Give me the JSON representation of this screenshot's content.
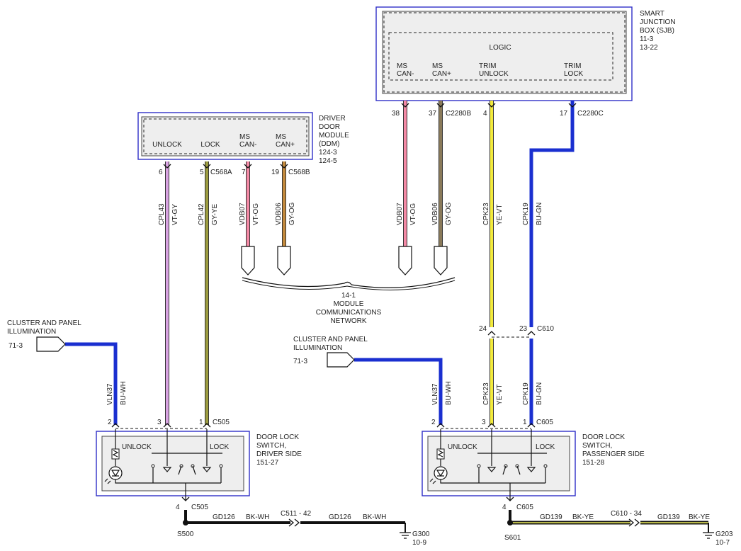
{
  "sjb": {
    "title": [
      "SMART",
      "JUNCTION",
      "BOX (SJB)",
      "11-3",
      "13-22"
    ],
    "logic": "LOGIC",
    "pins": [
      {
        "l1": "MS",
        "l2": "CAN-",
        "num": "38"
      },
      {
        "l1": "MS",
        "l2": "CAN+",
        "num": "37",
        "conn": "C2280B"
      },
      {
        "l1": "TRIM",
        "l2": "UNLOCK",
        "num": "4"
      },
      {
        "l1": "TRIM",
        "l2": "LOCK",
        "num": "17",
        "conn": "C2280C"
      }
    ]
  },
  "ddm": {
    "title": [
      "DRIVER",
      "DOOR",
      "MODULE",
      "(DDM)",
      "124-3",
      "124-5"
    ],
    "pins": [
      {
        "l1": "",
        "l2": "UNLOCK",
        "num": "6"
      },
      {
        "l1": "",
        "l2": "LOCK",
        "num": "5",
        "conn": "C568A"
      },
      {
        "l1": "MS",
        "l2": "CAN-",
        "num": "7"
      },
      {
        "l1": "MS",
        "l2": "CAN+",
        "num": "19",
        "conn": "C568B"
      }
    ]
  },
  "wires": {
    "cpl43": {
      "circuit": "CPL43",
      "color_code": "VT-GY"
    },
    "cpl42": {
      "circuit": "CPL42",
      "color_code": "GY-YE"
    },
    "vdb07": {
      "circuit": "VDB07",
      "color_code": "VT-OG"
    },
    "vdb06": {
      "circuit": "VDB06",
      "color_code": "GY-OG"
    },
    "cpk23": {
      "circuit": "CPK23",
      "color_code": "YE-VT"
    },
    "cpk19": {
      "circuit": "CPK19",
      "color_code": "BU-GN"
    },
    "vln37": {
      "circuit": "VLN37",
      "color_code": "BU-WH"
    }
  },
  "network": {
    "lines": [
      "14-1",
      "MODULE",
      "COMMUNICATIONS",
      "NETWORK"
    ]
  },
  "illumination": {
    "label_l1": "CLUSTER AND PANEL",
    "label_l2": "ILLUMINATION",
    "ref": "71-3"
  },
  "inline_connector": {
    "pin_a": "24",
    "pin_b": "23",
    "name": "C610"
  },
  "driver_switch": {
    "title": [
      "DOOR LOCK",
      "SWITCH,",
      "DRIVER SIDE",
      "151-27"
    ],
    "unlock": "UNLOCK",
    "lock": "LOCK",
    "pins": [
      "2",
      "3",
      "1"
    ],
    "conn": "C505",
    "ground_pin": "4",
    "ground_conn": "C505"
  },
  "pass_switch": {
    "title": [
      "DOOR LOCK",
      "SWITCH,",
      "PASSENGER SIDE",
      "151-28"
    ],
    "unlock": "UNLOCK",
    "lock": "LOCK",
    "pins": [
      "2",
      "3",
      "1"
    ],
    "conn": "C605",
    "ground_pin": "4",
    "ground_conn": "C605"
  },
  "ground_left": {
    "splice": "S500",
    "seg1_circuit": "GD126",
    "seg1_color": "BK-WH",
    "inline": "C511 - 42",
    "seg2_circuit": "GD126",
    "seg2_color": "BK-WH",
    "ground": "G300",
    "ref": "10-9"
  },
  "ground_right": {
    "splice": "S601",
    "seg1_circuit": "GD139",
    "seg1_color": "BK-YE",
    "inline": "C610 - 34",
    "seg2_circuit": "GD139",
    "seg2_color": "BK-YE",
    "ground": "G203",
    "ref": "10-7"
  },
  "colors": {
    "box_border": "#2f2fc8",
    "violet_gray": "#d9a3e3",
    "gray_yellow": "#8a8a3a",
    "violet_orange": "#f48aa6",
    "gray_orange": "#c48a3c",
    "yellow_violet": "#f2ea3c",
    "blue_green": "#1a2fd0",
    "blue_white": "#1a2fd0"
  }
}
